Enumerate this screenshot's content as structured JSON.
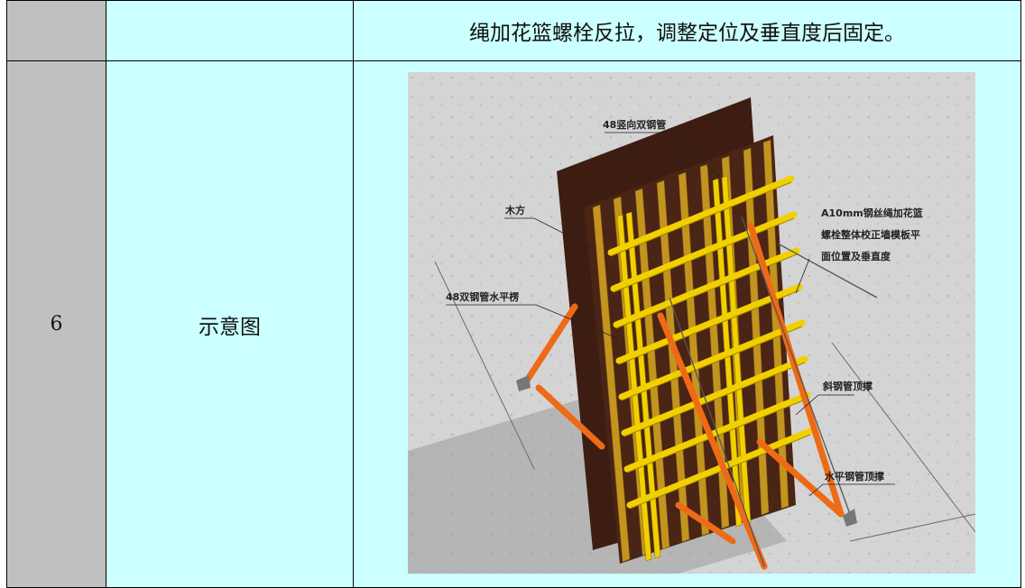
{
  "rows": [
    {
      "number": "",
      "label": "",
      "content": "绳加花篮螺栓反拉，调整定位及垂直度后固定。"
    },
    {
      "number": "6",
      "label": "示意图"
    }
  ],
  "figure": {
    "annotations": {
      "double_vertical_pipe": "48竖向双钢管",
      "timber": "木方",
      "horizontal_double_pipe": "48双钢管水平楞",
      "wire_rope_line1": "A10mm钢丝绳加花篮",
      "wire_rope_line2": "螺栓整体校正墙模板平",
      "wire_rope_line3": "面位置及垂直度",
      "diagonal_brace": "斜钢管顶撑",
      "horizontal_brace": "水平钢管顶撑"
    }
  }
}
